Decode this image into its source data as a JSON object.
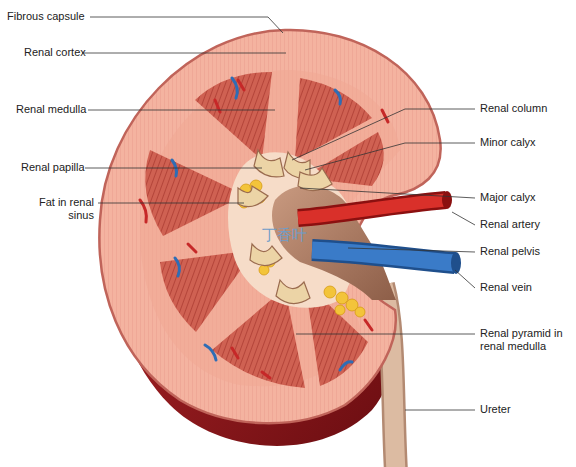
{
  "diagram": {
    "labels": [
      "Fibrous capsule",
      "Renal cortex",
      "Renal medulla",
      "Renal papilla",
      "Fat in renal sinus",
      "Renal column",
      "Minor calyx",
      "Major calyx",
      "Renal artery",
      "Renal pelvis",
      "Renal vein",
      "Renal pyramid in renal medulla",
      "Ureter",
      "丁香叶"
    ]
  }
}
